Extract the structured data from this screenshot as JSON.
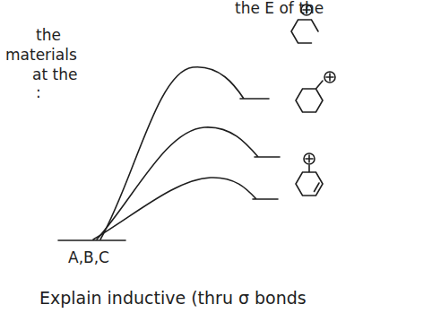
{
  "diagram": {
    "labels": [
      "the E of the",
      "the",
      "materials",
      "at the",
      ":",
      "A,B,C",
      "Explain inductive (thru σ bonds"
    ]
  }
}
